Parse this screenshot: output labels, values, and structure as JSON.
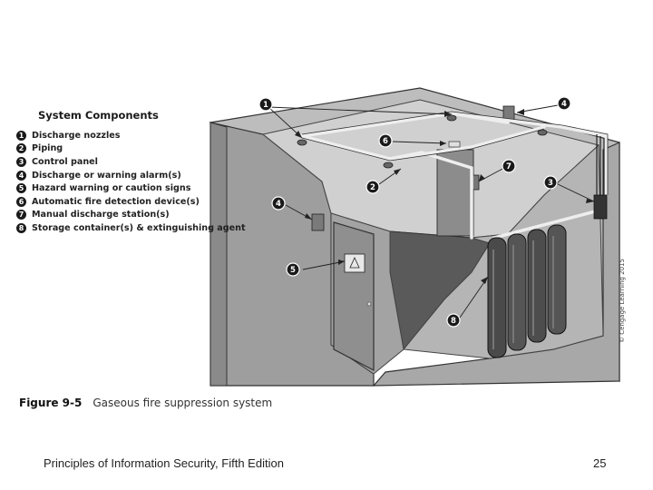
{
  "legend": {
    "title": "System Components",
    "items": [
      {
        "num": "1",
        "label": "Discharge nozzles"
      },
      {
        "num": "2",
        "label": "Piping"
      },
      {
        "num": "3",
        "label": "Control panel"
      },
      {
        "num": "4",
        "label": "Discharge or warning alarm(s)"
      },
      {
        "num": "5",
        "label": "Hazard warning or caution signs"
      },
      {
        "num": "6",
        "label": "Automatic fire detection device(s)"
      },
      {
        "num": "7",
        "label": "Manual discharge station(s)"
      },
      {
        "num": "8",
        "label": "Storage container(s) & extinguishing agent"
      }
    ]
  },
  "callouts": {
    "c1": "1",
    "c2": "2",
    "c3": "3",
    "c4a": "4",
    "c4b": "4",
    "c5": "5",
    "c6": "6",
    "c7": "7",
    "c8": "8"
  },
  "copyright": "© Cengage Learning 2015",
  "figure": {
    "label": "Figure 9-5",
    "caption": "Gaseous fire suppression system"
  },
  "footer": {
    "title": "Principles of Information Security, Fifth Edition",
    "page": "25"
  }
}
